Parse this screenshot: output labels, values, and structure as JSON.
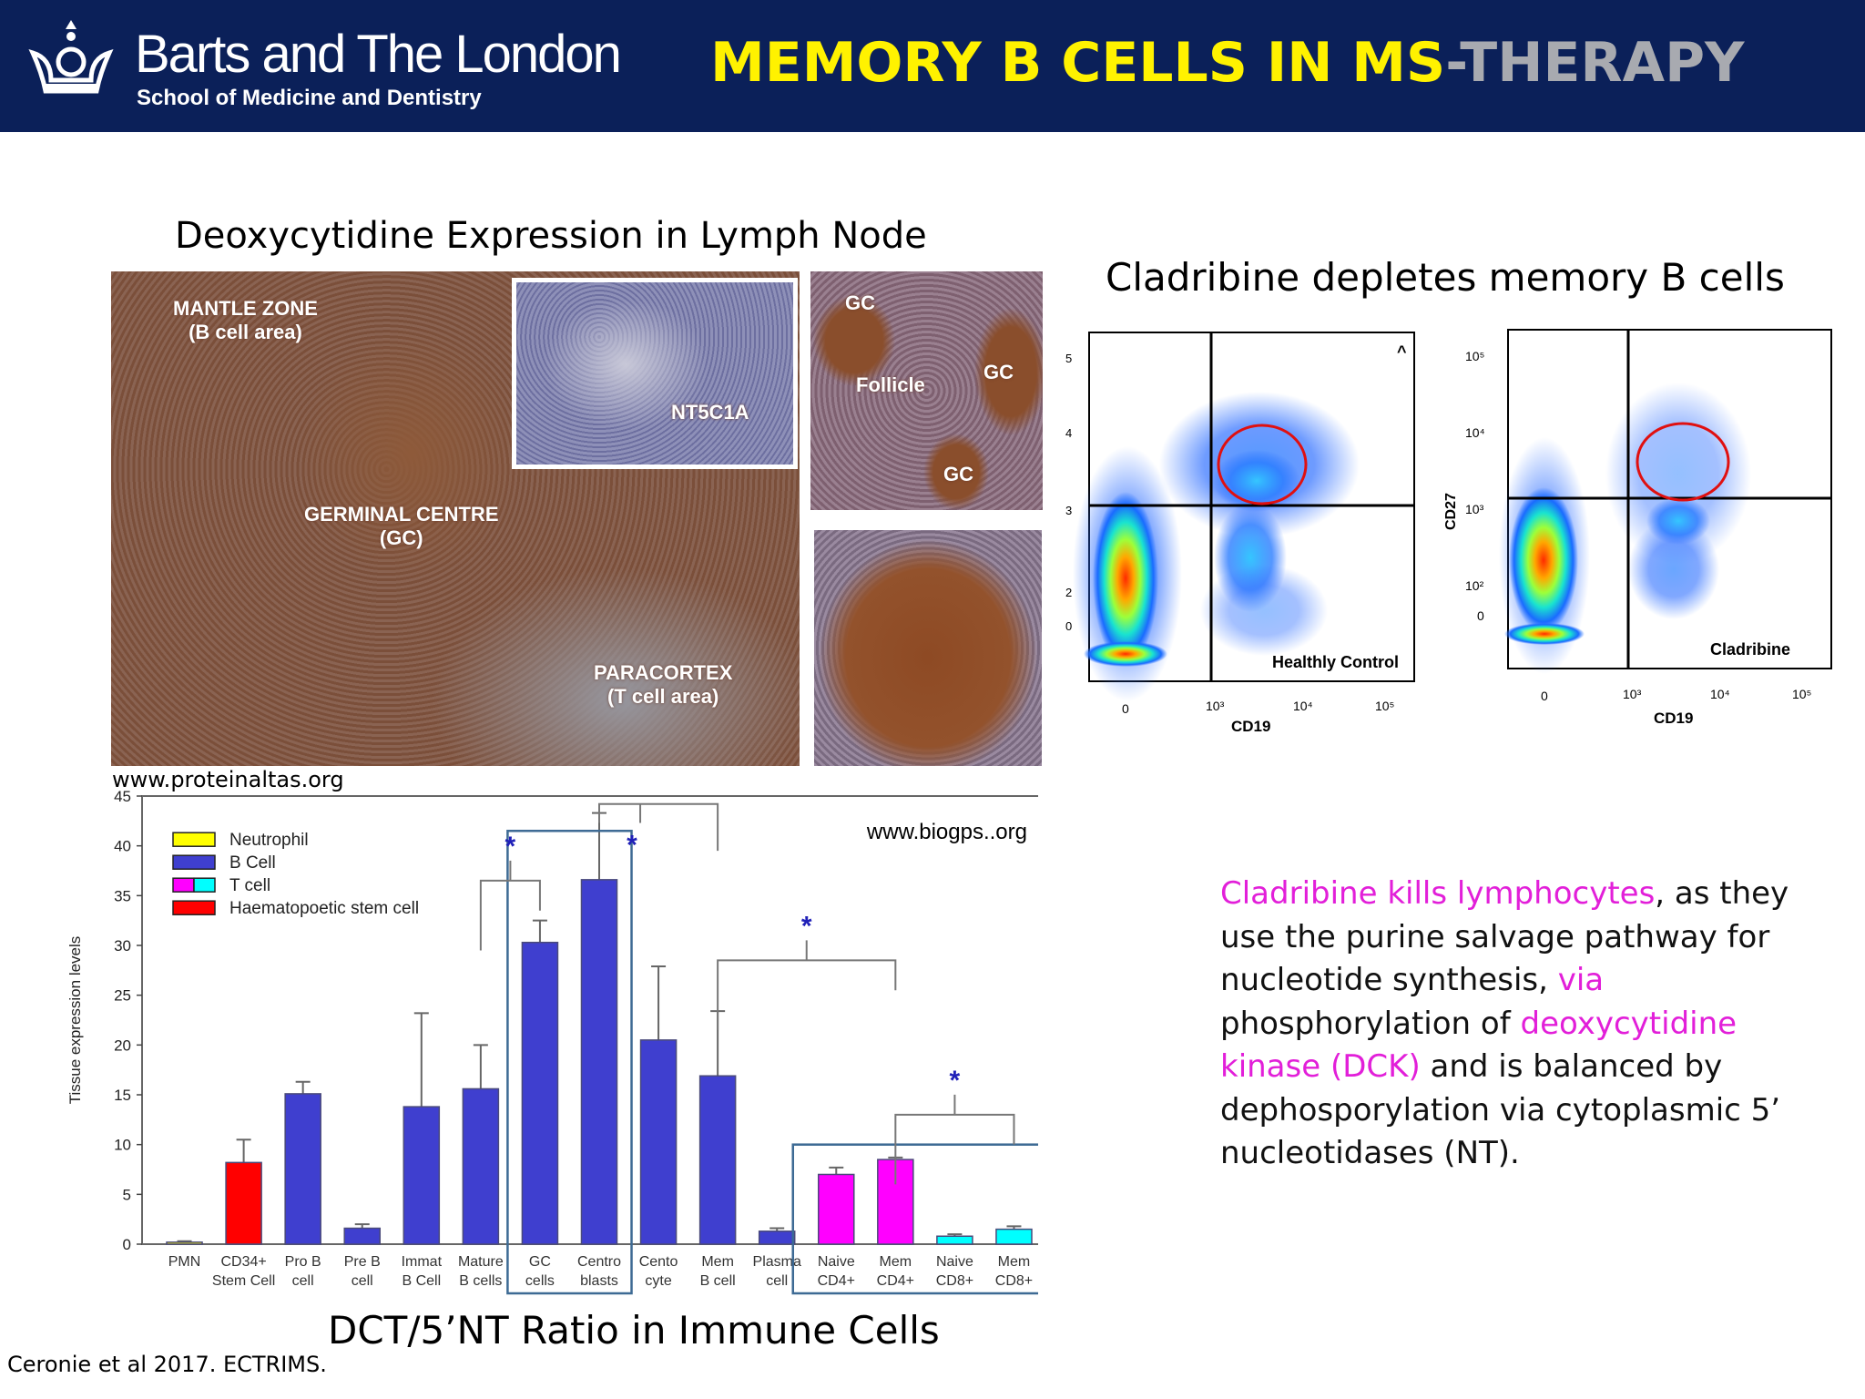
{
  "header": {
    "logo_name": "Barts and The London",
    "logo_sub": "School of Medicine and Dentistry",
    "title_main": "MEMORY B CELLS IN MS",
    "title_tail": "-THERAPY"
  },
  "colors": {
    "header_bg": "#0b2059",
    "title": "#fff200",
    "title_tail": "#a8aab0",
    "highlight": "#e21fd9"
  },
  "lymph_node": {
    "caption": "Deoxycytidine Expression in Lymph Node",
    "labels": {
      "mantle_1": "MANTLE ZONE",
      "mantle_2": "(B cell area)",
      "germinal_1": "GERMINAL CENTRE",
      "germinal_2": "(GC)",
      "paracortex_1": "PARACORTEX",
      "paracortex_2": "(T cell area)",
      "inset": "NT5C1A",
      "gc_a": "GC",
      "gc_b": "GC",
      "gc_c": "GC",
      "follicle": "Follicle"
    },
    "source": "www.proteinaltas.org"
  },
  "flow": {
    "title": "Cladribine depletes memory B cells",
    "left_panel": "Healthly Control",
    "right_panel": "Cladribine",
    "xlabel": "CD19",
    "ylabel": "CD27",
    "corner_mark": "^",
    "x_ticks": [
      "0",
      "10³",
      "10⁴",
      "10⁵"
    ],
    "y_ticks": [
      "10⁵",
      "10⁴",
      "10³",
      "10²",
      "0"
    ],
    "left_y_ticks": [
      "5",
      "4",
      "3",
      "2",
      "0"
    ]
  },
  "chart_data": {
    "type": "bar",
    "title": "DCT/5’NT Ratio in Immune Cells",
    "ylabel": "Tissue expression levels",
    "xlabel": "",
    "ylim": [
      0,
      45
    ],
    "y_ticks": [
      "0",
      "5",
      "10",
      "15",
      "20",
      "25",
      "30",
      "35",
      "40",
      "45"
    ],
    "source": "www.biogps..org",
    "categories": [
      [
        "PMN",
        ""
      ],
      [
        "CD34+",
        "Stem Cell"
      ],
      [
        "Pro B",
        "cell"
      ],
      [
        "Pre B",
        "cell"
      ],
      [
        "Immat",
        "B Cell"
      ],
      [
        "Mature",
        "B cells"
      ],
      [
        "GC",
        "cells"
      ],
      [
        "Centro",
        "blasts"
      ],
      [
        "Cento",
        "cyte"
      ],
      [
        "Mem",
        "B cell"
      ],
      [
        "Plasma",
        "cell"
      ],
      [
        "Naive",
        "CD4+"
      ],
      [
        "Mem",
        "CD4+"
      ],
      [
        "Naive",
        "CD8+"
      ],
      [
        "Mem",
        "CD8+"
      ]
    ],
    "values": [
      0.2,
      8.2,
      15.1,
      1.6,
      13.8,
      15.6,
      30.3,
      36.6,
      20.5,
      16.9,
      1.3,
      7.0,
      8.5,
      0.8,
      1.5
    ],
    "errors": [
      0.1,
      2.3,
      1.2,
      0.4,
      9.4,
      4.4,
      2.2,
      6.7,
      7.4,
      6.5,
      0.3,
      0.7,
      0.2,
      0.2,
      0.3
    ],
    "groups": [
      "Neutrophil",
      "Haematopoetic stem cell",
      "B Cell",
      "B Cell",
      "B Cell",
      "B Cell",
      "B Cell",
      "B Cell",
      "B Cell",
      "B Cell",
      "B Cell",
      "T cell CD4",
      "T cell CD4",
      "T cell CD8",
      "T cell CD8"
    ],
    "legend": [
      {
        "name": "Neutrophil",
        "colors": [
          "#ffff00"
        ]
      },
      {
        "name": "B Cell",
        "colors": [
          "#3f3fcf"
        ]
      },
      {
        "name": "T cell",
        "colors": [
          "#ff00ff",
          "#00ffff"
        ]
      },
      {
        "name": "Haematopoetic stem cell",
        "colors": [
          "#ff0000"
        ]
      }
    ],
    "significance_mark": "*",
    "legend_position": "top-left",
    "grid": false
  },
  "body_text": {
    "p1": "Cladribine kills lymphocytes",
    "p2": ", as they use the purine salvage pathway for nucleotide synthesis, ",
    "p3": "via",
    "p4": " phosphorylation of ",
    "p5": "deoxycytidine kinase (DCK)",
    "p6": " and is balanced by dephosporylation  via cytoplasmic 5’ nucleotidases (NT)."
  },
  "citation": "Ceronie et al 2017. ECTRIMS."
}
